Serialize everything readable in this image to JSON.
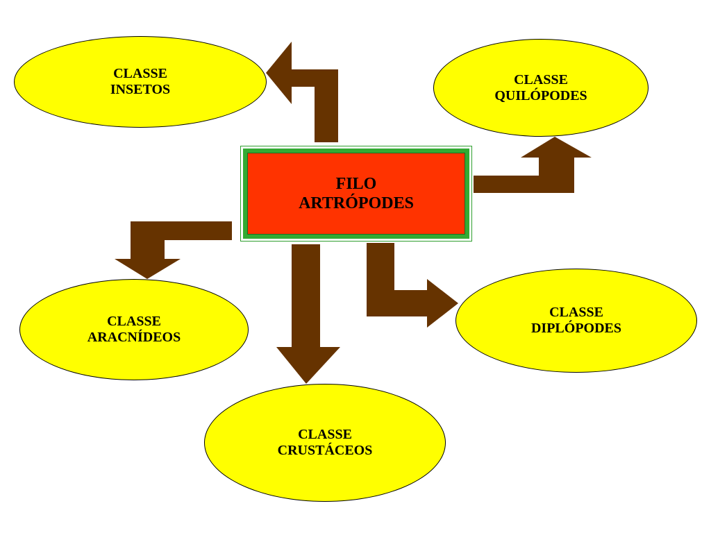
{
  "colors": {
    "ellipse_fill": "#ffff00",
    "center_fill": "#ff3300",
    "center_border": "#33aa33",
    "arrow_fill": "#663300"
  },
  "center": {
    "line1": "FILO",
    "line2": "ARTRÓPODES"
  },
  "classes": [
    {
      "id": "insetos",
      "line1": "CLASSE",
      "line2": "INSETOS"
    },
    {
      "id": "quilopodes",
      "line1": "CLASSE",
      "line2": "QUILÓPODES"
    },
    {
      "id": "aracnideos",
      "line1": "CLASSE",
      "line2": "ARACNÍDEOS"
    },
    {
      "id": "crustaceos",
      "line1": "CLASSE",
      "line2": "CRUSTÁCEOS"
    },
    {
      "id": "diplopodes",
      "line1": "CLASSE",
      "line2": "DIPLÓPODES"
    }
  ]
}
